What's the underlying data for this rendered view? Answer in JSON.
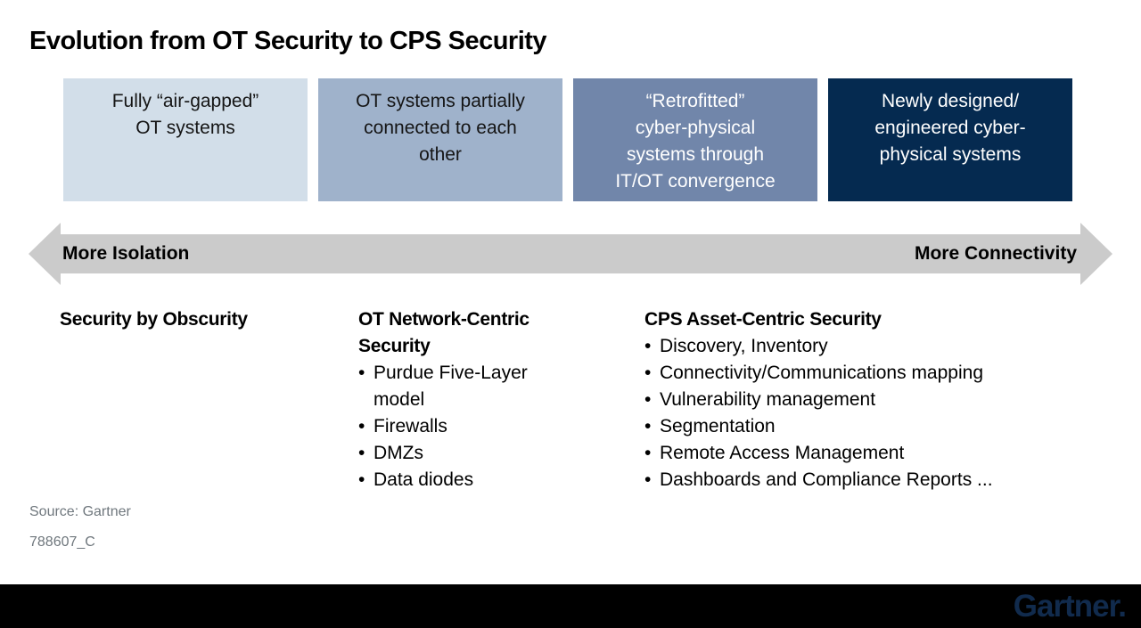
{
  "title": "Evolution from OT Security to CPS Security",
  "colors": {
    "stage1_bg": "#d2dee9",
    "stage2_bg": "#9fb2cb",
    "stage3_bg": "#7186aa",
    "stage4_bg": "#052a50",
    "dark_text": "#151515",
    "light_text": "#ffffff",
    "arrow_gray": "#cbcbcb",
    "source_gray": "#6f777d",
    "footer_black": "#000000",
    "logo_navy": "#112b4d"
  },
  "stages": [
    {
      "label": "Fully “air-gapped” OT systems",
      "lines": [
        "Fully “air-gapped”",
        "OT systems"
      ]
    },
    {
      "label": "OT systems partially connected to each other",
      "lines": [
        "OT systems partially",
        "connected to each",
        "other"
      ]
    },
    {
      "label": "“Retrofitted” cyber-physical systems through IT/OT convergence",
      "lines": [
        "“Retrofitted”",
        "cyber-physical",
        "systems through",
        "IT/OT convergence"
      ]
    },
    {
      "label": "Newly designed/engineered cyber-physical systems",
      "lines": [
        "Newly designed/",
        "engineered cyber-",
        "physical systems"
      ]
    }
  ],
  "axis": {
    "left_label": "More Isolation",
    "right_label": "More Connectivity"
  },
  "columns": [
    {
      "heading": "Security by Obscurity",
      "bullets": []
    },
    {
      "heading": "OT Network-Centric Security",
      "bullets": [
        "Purdue Five-Layer model",
        "Firewalls",
        "DMZs",
        "Data diodes"
      ]
    },
    {
      "heading": "CPS Asset-Centric Security",
      "bullets": [
        "Discovery, Inventory",
        "Connectivity/Communications mapping",
        "Vulnerability management",
        "Segmentation",
        "Remote Access Management",
        "Dashboards and Compliance Reports ..."
      ]
    }
  ],
  "footer": {
    "source": "Source: Gartner",
    "note_id": "788607_C",
    "logo_text": "Gartner."
  }
}
